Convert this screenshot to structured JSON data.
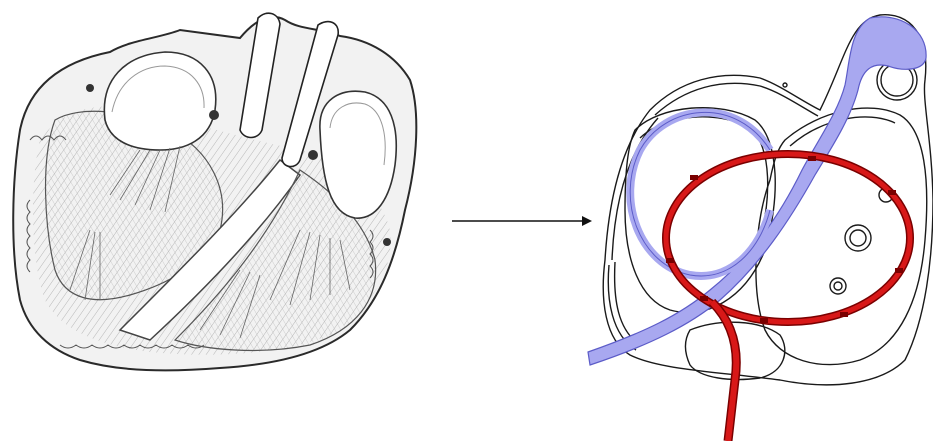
{
  "figure": {
    "left_panel": {
      "subject": "heart-cross-section-illustration",
      "style": "pencil-sketch"
    },
    "connector": {
      "icon": "right-arrow-icon"
    },
    "right_panel": {
      "subject": "heart-schematic-line-drawing",
      "colors": {
        "outline": "#1a1a1a",
        "blue_vessel": "#a8a8f0",
        "blue_vessel_stroke": "#5c5cc8",
        "red_catheter": "#d81818",
        "red_catheter_stroke": "#7a0000"
      }
    }
  }
}
